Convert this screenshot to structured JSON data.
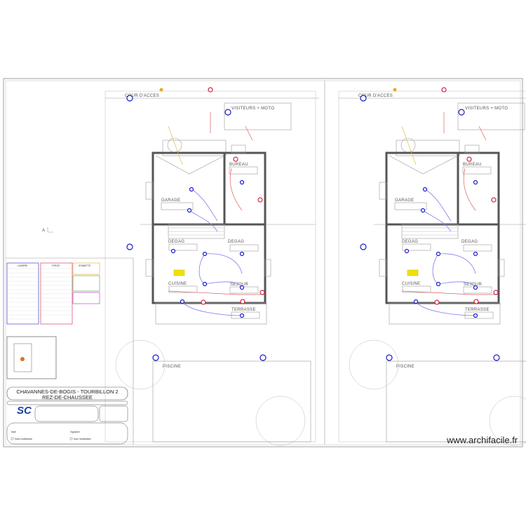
{
  "project": {
    "title": "CHAVANNES-DE-BOGIS - TOURBILLON 2",
    "subtitle": "REZ-DE-CHAUSSEE"
  },
  "rooms": {
    "cour": "COUR D'ACCES",
    "visiteurs": "VISITEURS + MOTO",
    "bureau": "BUREAU",
    "garage": "GARAGE",
    "degag1": "DEGAG",
    "degag2": "DEGAG",
    "cuisine": "CUISINE",
    "sejour": "SEJOUR",
    "terrasse": "TERRASSE",
    "piscine": "PISCINE"
  },
  "section_marker": "A",
  "legend": {
    "columns": [
      {
        "title": "LUMIERE",
        "color": "#2222cc"
      },
      {
        "title": "FORCE",
        "color": "#d02040"
      },
      {
        "title": "SONNETTE",
        "color": "#e0b020"
      }
    ],
    "extra_boxes": [
      {
        "color": "#30b030"
      },
      {
        "color": "#b030c0"
      }
    ]
  },
  "title_block": {
    "date_label": "Date",
    "signature_label": "Signature",
    "option_1": "Sans modification",
    "option_2": "Avec modification"
  },
  "colors": {
    "lighting": "#1a1ac8",
    "power": "#d02040",
    "bell": "#e0b020",
    "network": "#30b030",
    "brand": "#1a3ea8"
  },
  "watermark": "www.archifacile.fr"
}
